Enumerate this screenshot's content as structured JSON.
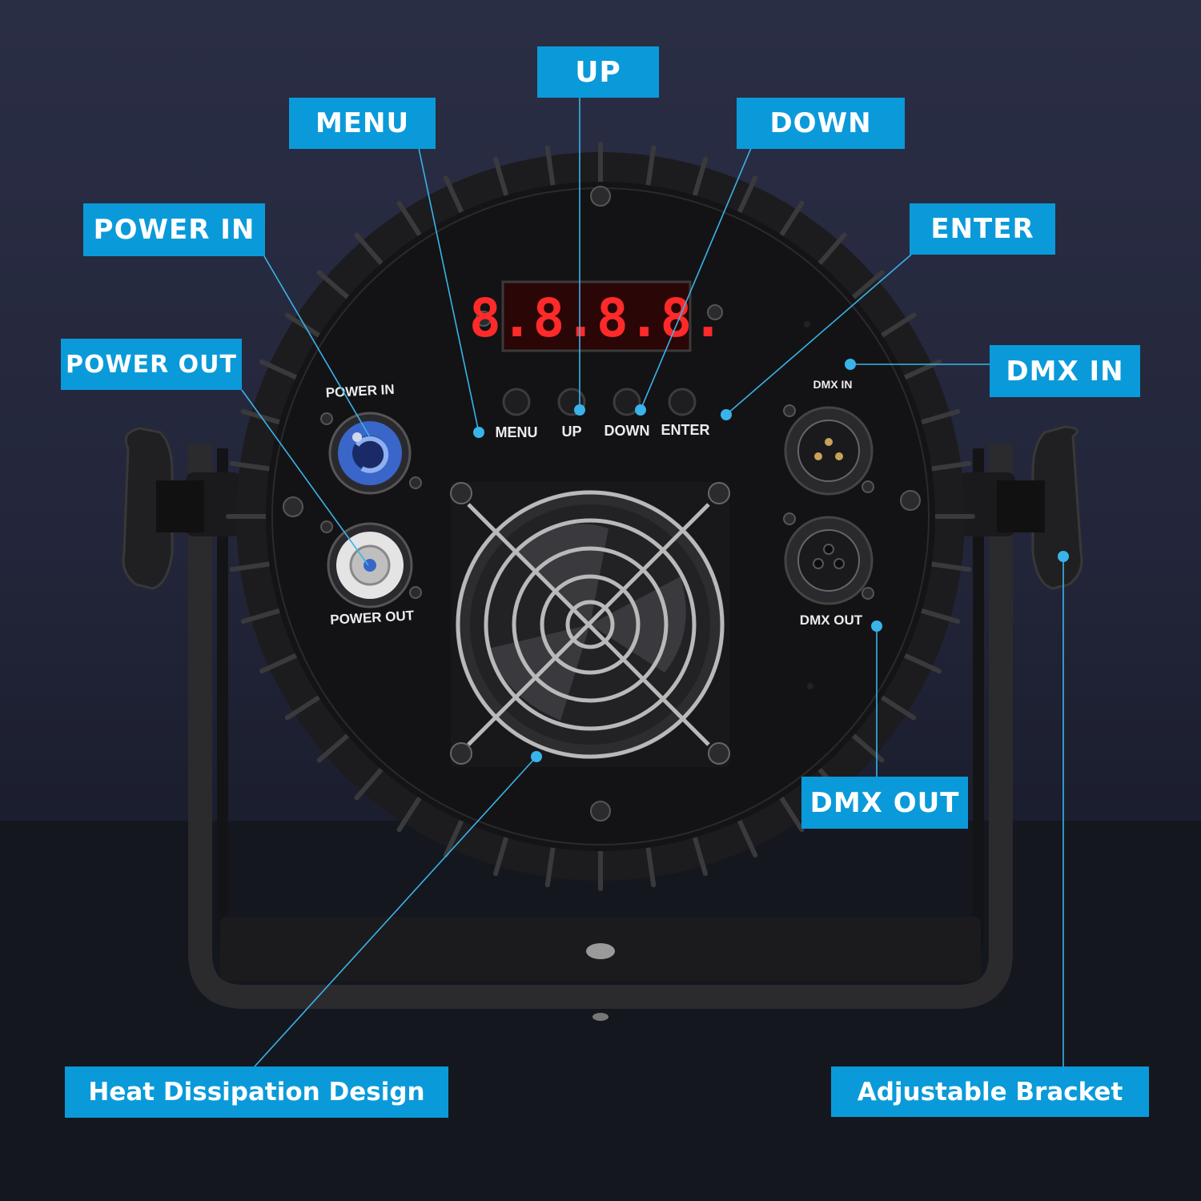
{
  "callouts": {
    "up": "UP",
    "menu": "MENU",
    "down": "DOWN",
    "power_in": "POWER IN",
    "enter": "ENTER",
    "power_out": "POWER OUT",
    "dmx_in": "DMX IN",
    "dmx_out": "DMX OUT",
    "heat": "Heat Dissipation Design",
    "bracket": "Adjustable Bracket"
  },
  "panel": {
    "display": "8.8.8.8.",
    "menu": "MENU",
    "up": "UP",
    "down": "DOWN",
    "enter": "ENTER",
    "power_in": "POWER IN",
    "power_out": "POWER OUT",
    "dmx_in": "DMX IN",
    "dmx_out": "DMX OUT"
  },
  "colors": {
    "callout": "#0a9ad9",
    "leader": "#39b4ea",
    "led": "#ff2a2a",
    "powercon_in": "#3a66c9",
    "powercon_out": "#e4e4e4"
  }
}
